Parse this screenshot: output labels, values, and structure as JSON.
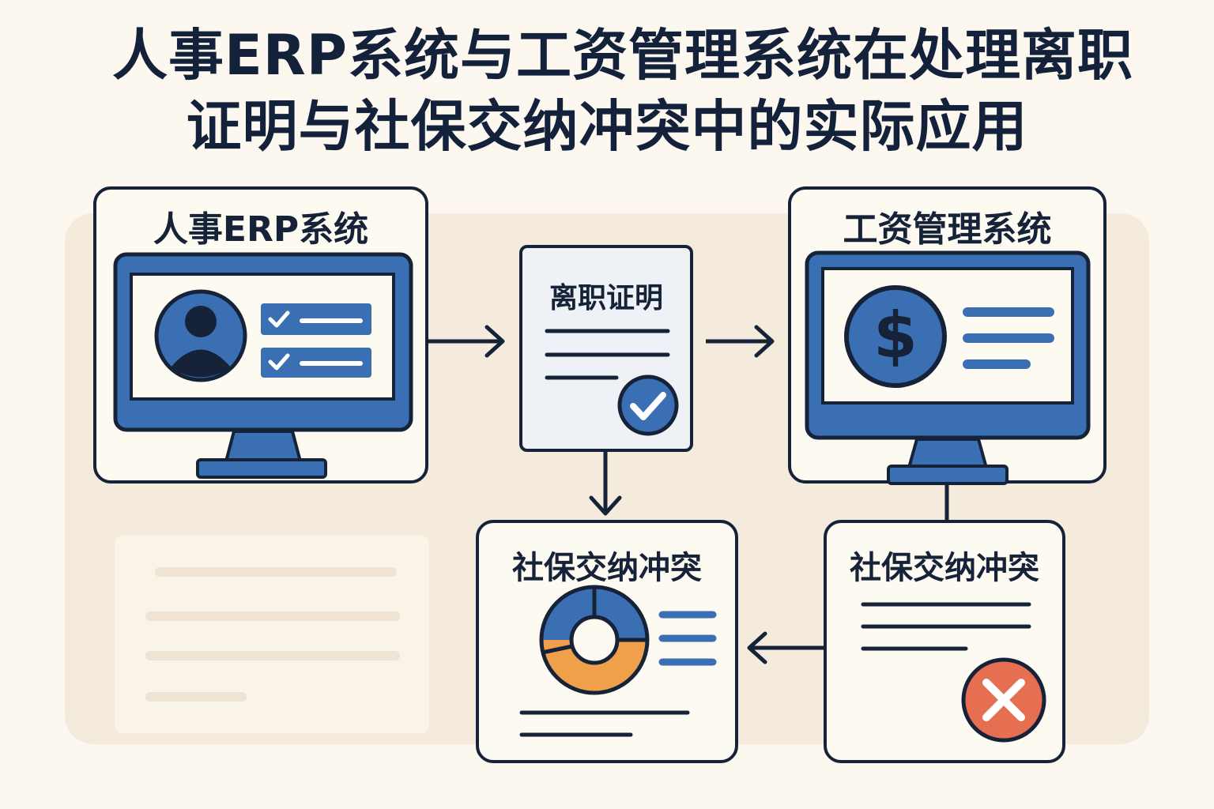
{
  "title": {
    "line1": "人事ERP系统与工资管理系统在处理离职",
    "line2": "证明与社保交纳冲突中的实际应用"
  },
  "nodes": {
    "hr_erp": {
      "label": "人事ERP系统",
      "icon": "monitor-user-checklist-icon"
    },
    "payroll": {
      "label": "工资管理系统",
      "icon": "monitor-dollar-icon"
    },
    "resignation_cert": {
      "label": "离职证明",
      "icon": "document-check-icon"
    },
    "social_conflict_chart": {
      "label": "社保交纳冲突",
      "icon": "donut-chart-report-icon"
    },
    "social_conflict_error": {
      "label": "社保交纳冲突",
      "icon": "document-error-icon"
    }
  },
  "colors": {
    "navy": "#152238",
    "blue": "#3b6fb3",
    "orange": "#f0a04b",
    "red": "#e76f51",
    "background": "#fcf8ef"
  }
}
